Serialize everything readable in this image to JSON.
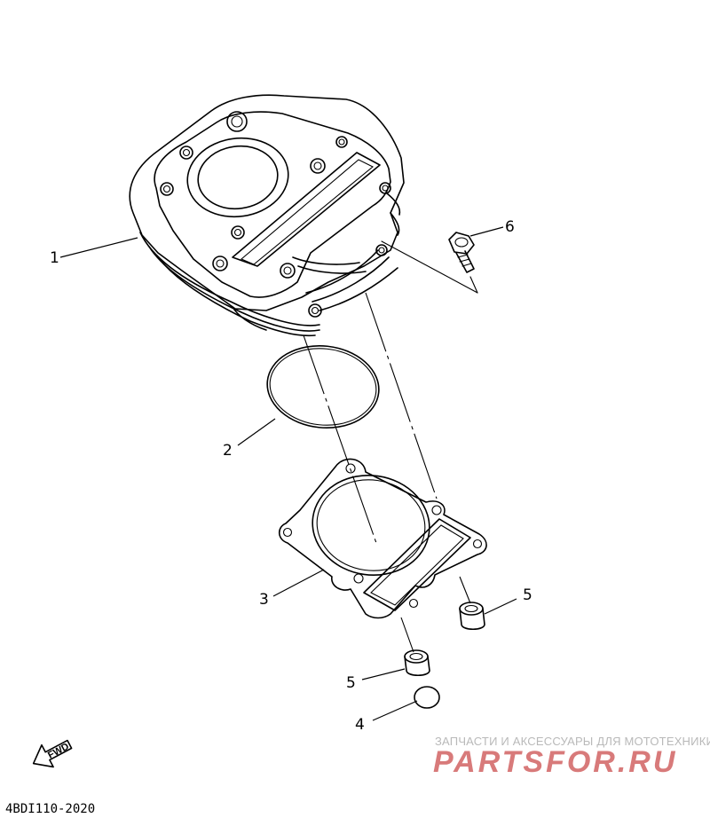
{
  "callouts": [
    "1",
    "2",
    "3",
    "4",
    "5",
    "5",
    "6"
  ],
  "diagram_code": "4BDI110-2020",
  "fwd_label": "FWD",
  "watermark": {
    "tagline": "ЗАПЧАСТИ И АКСЕССУАРЫ ДЛЯ МОТОТЕХНИКИ",
    "brand": "PARTSFOR.RU"
  }
}
